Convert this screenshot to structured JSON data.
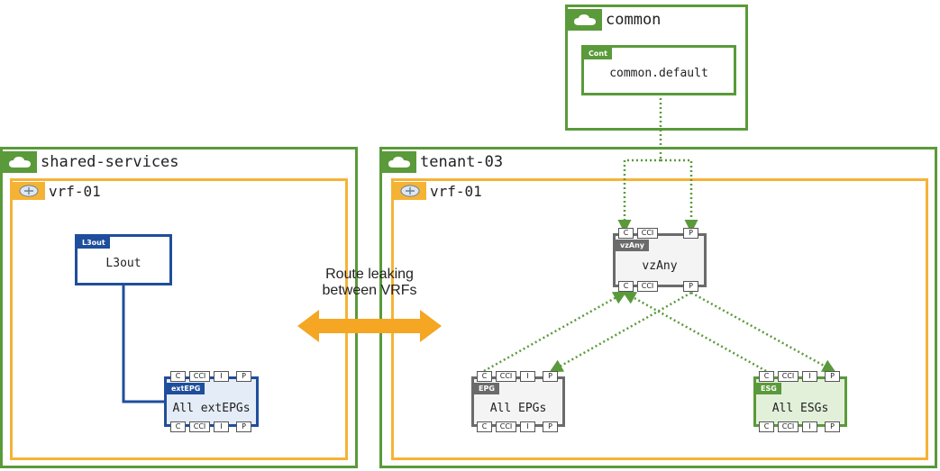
{
  "tenants": {
    "common": {
      "name": "common"
    },
    "shared": {
      "name": "shared-services"
    },
    "t03": {
      "name": "tenant-03"
    }
  },
  "vrfs": {
    "shared": "vrf-01",
    "t03": "vrf-01"
  },
  "contract": {
    "tag": "Cont",
    "label": "common.default"
  },
  "l3out": {
    "tag": "L3out",
    "label": "L3out"
  },
  "extepg": {
    "tag": "extEPG",
    "label": "All extEPGs"
  },
  "vzany": {
    "tag": "vzAny",
    "label": "vzAny"
  },
  "epg": {
    "tag": "EPG",
    "label": "All EPGs"
  },
  "esg": {
    "tag": "ESG",
    "label": "All ESGs"
  },
  "ports": {
    "c": "C",
    "cci": "CCI",
    "i": "I",
    "p": "P"
  },
  "route_leak": {
    "line1": "Route leaking",
    "line2": "between VRFs"
  },
  "colors": {
    "tenant": "#5a9a3a",
    "vrf": "#f5b335",
    "l3out": "#1f4e9c",
    "gray": "#6b6b6b",
    "esg": "#5a9a3a",
    "arrow": "#f5a623"
  }
}
